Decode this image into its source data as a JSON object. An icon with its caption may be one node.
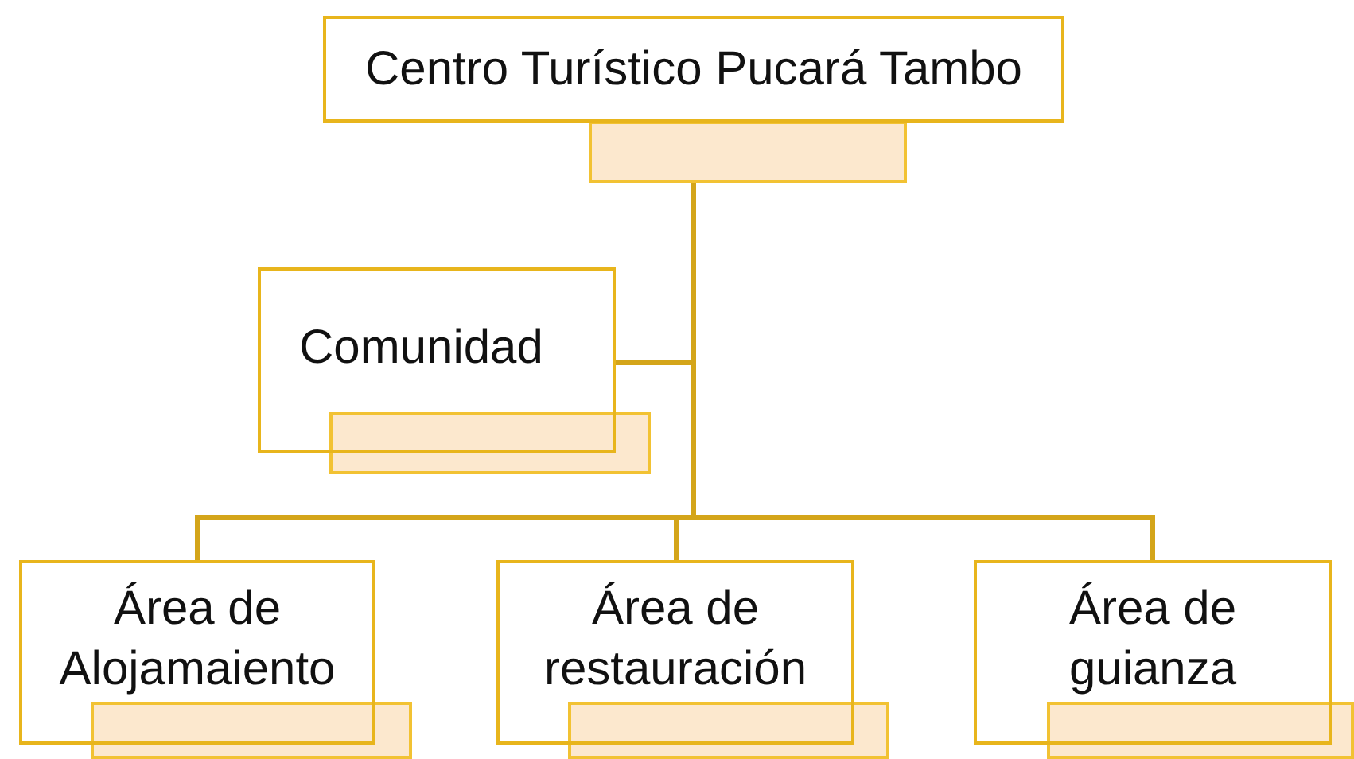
{
  "diagram": {
    "nodes": [
      {
        "text": [
          "Centro Turístico Pucará Tambo"
        ]
      },
      {
        "text": [],
        "shape": "box"
      },
      {
        "text": [
          "Comunidad"
        ]
      },
      {
        "text": [],
        "shape": "box"
      },
      {
        "text": [
          "Área de Alojamaiento"
        ]
      },
      {
        "text": [],
        "shape": "box"
      },
      {
        "text": [
          "Área de restauración"
        ]
      },
      {
        "text": [],
        "shape": "box"
      },
      {
        "text": [
          "Área de guianza"
        ]
      },
      {
        "text": [],
        "shape": "box"
      }
    ],
    "edges": [
      {
        "from": 1,
        "to": 2,
        "arrow": "none"
      },
      {
        "from": 1,
        "to": 4,
        "arrow": "none"
      },
      {
        "from": 1,
        "to": 6,
        "arrow": "none"
      },
      {
        "from": 1,
        "to": 8,
        "arrow": "none"
      }
    ]
  }
}
